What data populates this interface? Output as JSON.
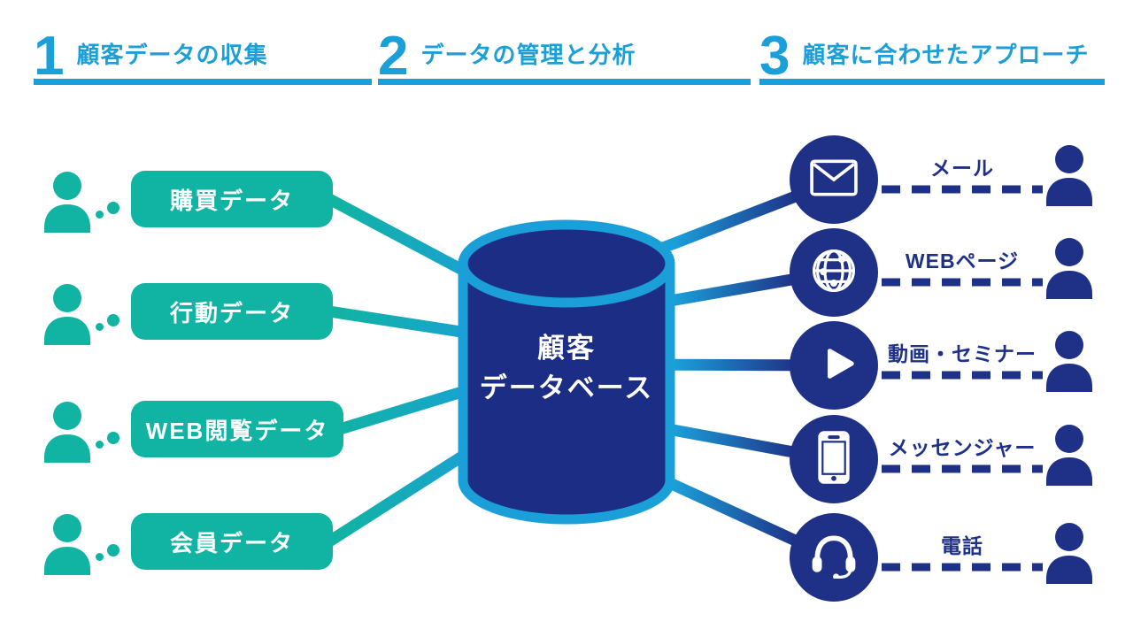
{
  "colors": {
    "accent_blue": "#1b9fd9",
    "teal": "#11b3a3",
    "navy": "#1e3187",
    "cylinder_fill": "#1b2d84",
    "text_on_fill": "#ffffff"
  },
  "header": {
    "steps": [
      {
        "number": "1",
        "title": "顧客データの収集"
      },
      {
        "number": "2",
        "title": "データの管理と分析"
      },
      {
        "number": "3",
        "title": "顧客に合わせたアプローチ"
      }
    ]
  },
  "sources": {
    "items": [
      {
        "label": "購買データ"
      },
      {
        "label": "行動データ"
      },
      {
        "label": "WEB閲覧データ"
      },
      {
        "label": "会員データ"
      }
    ]
  },
  "database": {
    "line1": "顧客",
    "line2": "データベース"
  },
  "channels": {
    "items": [
      {
        "label": "メール",
        "icon": "envelope-icon"
      },
      {
        "label": "WEBページ",
        "icon": "globe-icon"
      },
      {
        "label": "動画・セミナー",
        "icon": "play-icon"
      },
      {
        "label": "メッセンジャー",
        "icon": "smartphone-icon"
      },
      {
        "label": "電話",
        "icon": "headset-icon"
      }
    ]
  }
}
